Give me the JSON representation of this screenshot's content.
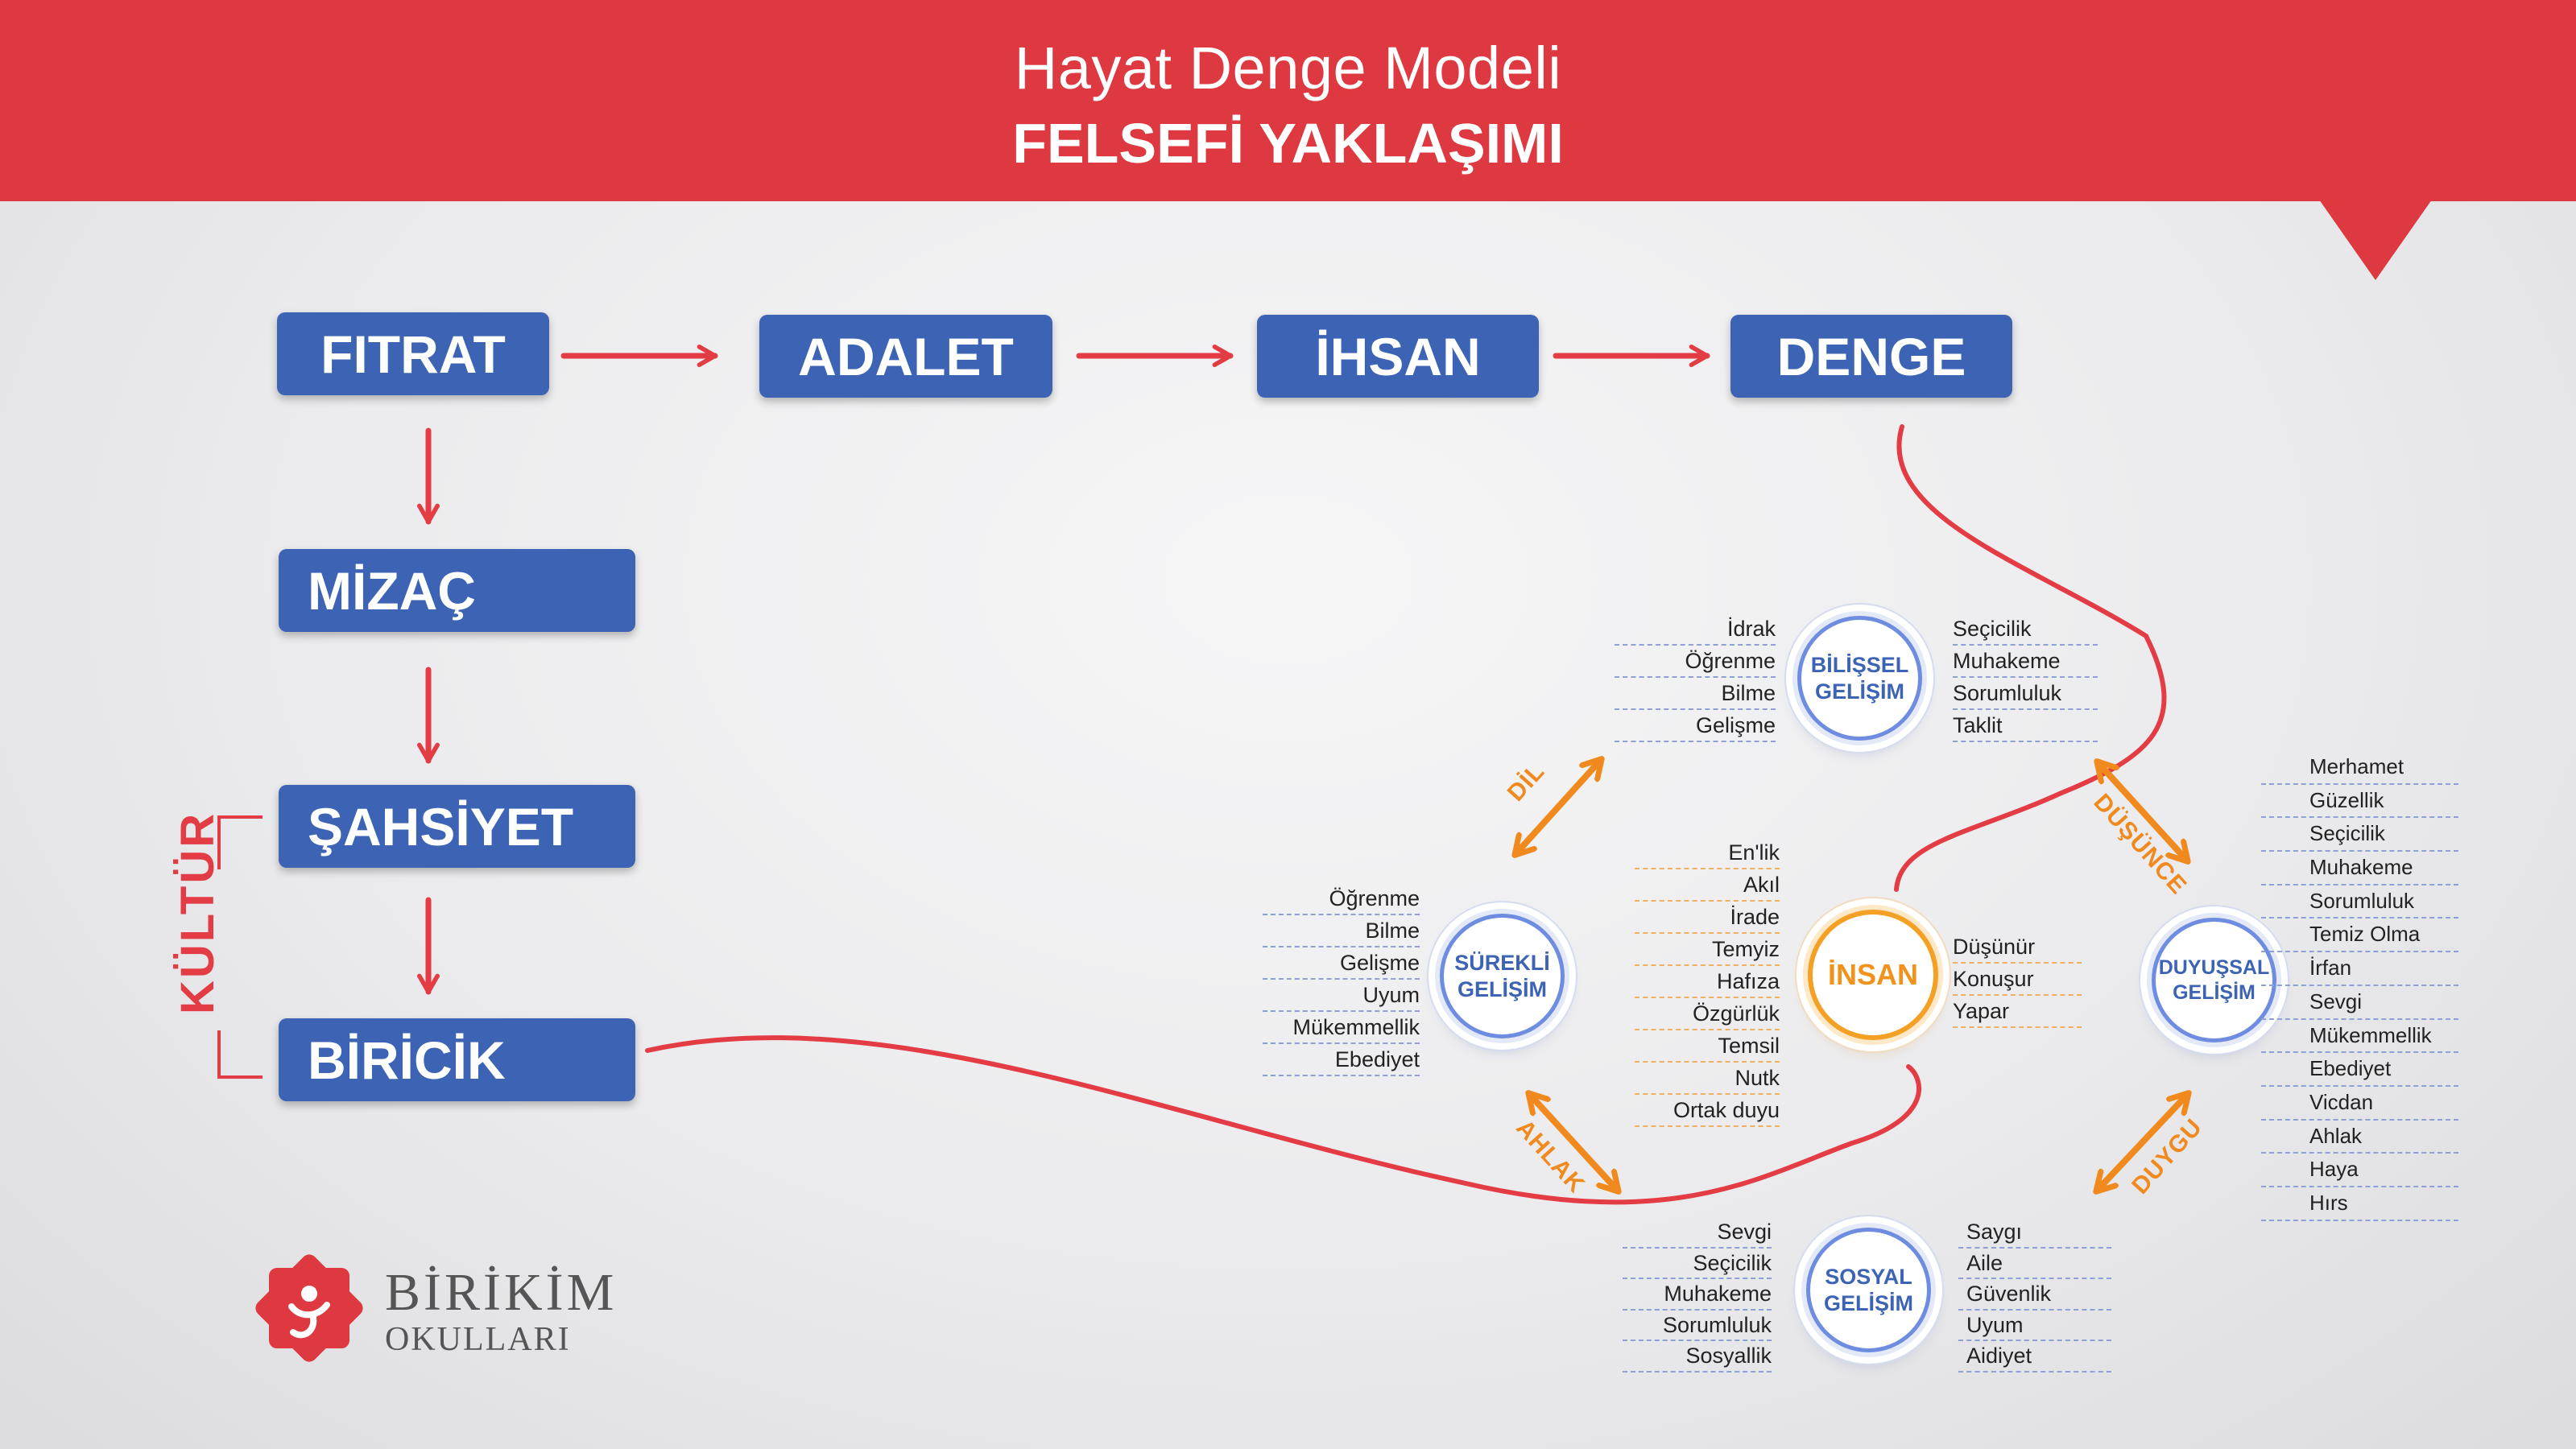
{
  "header": {
    "title_line1": "Hayat Denge Modeli",
    "title_line2": "FELSEFİ YAKLAŞIMI"
  },
  "flow": {
    "top_row": [
      "FITRAT",
      "ADALET",
      "İHSAN",
      "DENGE"
    ],
    "column": [
      "MİZAÇ",
      "ŞAHSİYET",
      "BİRİCİK"
    ],
    "side_label": "KÜLTÜR"
  },
  "center": {
    "label": "İNSAN",
    "left_list": [
      "En'lik",
      "Akıl",
      "İrade",
      "Temyiz",
      "Hafıza",
      "Özgürlük",
      "Temsil",
      "Nutk",
      "Ortak duyu"
    ],
    "right_list": [
      "Düşünür",
      "Konuşur",
      "Yapar"
    ]
  },
  "bilissel": {
    "line1": "BİLİŞSEL",
    "line2": "GELİŞİM",
    "left_list": [
      "İdrak",
      "Öğrenme",
      "Bilme",
      "Gelişme"
    ],
    "right_list": [
      "Seçicilik",
      "Muhakeme",
      "Sorumluluk",
      "Taklit"
    ]
  },
  "surekli": {
    "line1": "SÜREKLİ",
    "line2": "GELİŞİM",
    "left_list": [
      "Öğrenme",
      "Bilme",
      "Gelişme",
      "Uyum",
      "Mükemmellik",
      "Ebediyet"
    ]
  },
  "duyussal": {
    "line1": "DUYUŞSAL",
    "line2": "GELİŞİM",
    "right_list": [
      "Merhamet",
      "Güzellik",
      "Seçicilik",
      "Muhakeme",
      "Sorumluluk",
      "Temiz Olma",
      "İrfan",
      "Sevgi",
      "Mükemmellik",
      "Ebediyet",
      "Vicdan",
      "Ahlak",
      "Haya",
      "Hırs"
    ]
  },
  "sosyal": {
    "line1": "SOSYAL",
    "line2": "GELİŞİM",
    "left_list": [
      "Sevgi",
      "Seçicilik",
      "Muhakeme",
      "Sorumluluk",
      "Sosyallik"
    ],
    "right_list": [
      "Saygı",
      "Aile",
      "Güvenlik",
      "Uyum",
      "Aidiyet"
    ]
  },
  "arrow_labels": {
    "dil": "DİL",
    "dusunce": "DÜŞÜNCE",
    "ahlak": "AHLAK",
    "duygu": "DUYGU"
  },
  "logo": {
    "name": "BİRİKİM",
    "sub": "OKULLARI"
  },
  "colors": {
    "header_red": "#de3840",
    "box_blue": "#3d64b4",
    "arrow_red": "#e33c44",
    "orange": "#f08a1e",
    "circle_blue": "#6e8ce0"
  }
}
